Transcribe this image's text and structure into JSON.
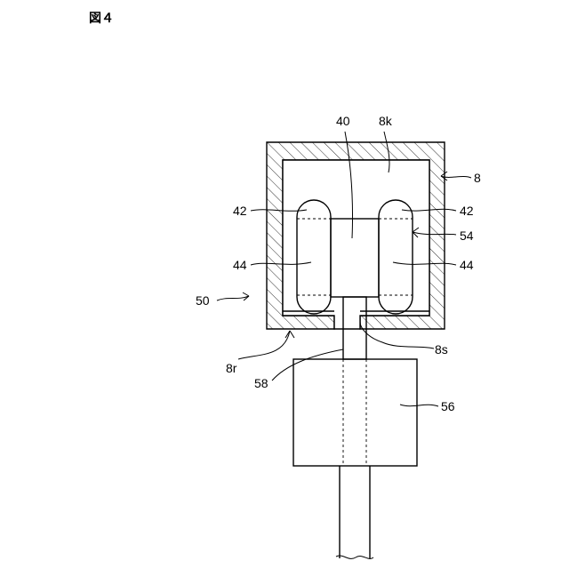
{
  "figure": {
    "title": "図４"
  },
  "labels": {
    "l40": "40",
    "l8k": "8k",
    "l8": "8",
    "l42_left": "42",
    "l42_right": "42",
    "l54": "54",
    "l44_left": "44",
    "l44_right": "44",
    "l50": "50",
    "l8s": "8s",
    "l8r": "8r",
    "l58": "58",
    "l56": "56"
  }
}
